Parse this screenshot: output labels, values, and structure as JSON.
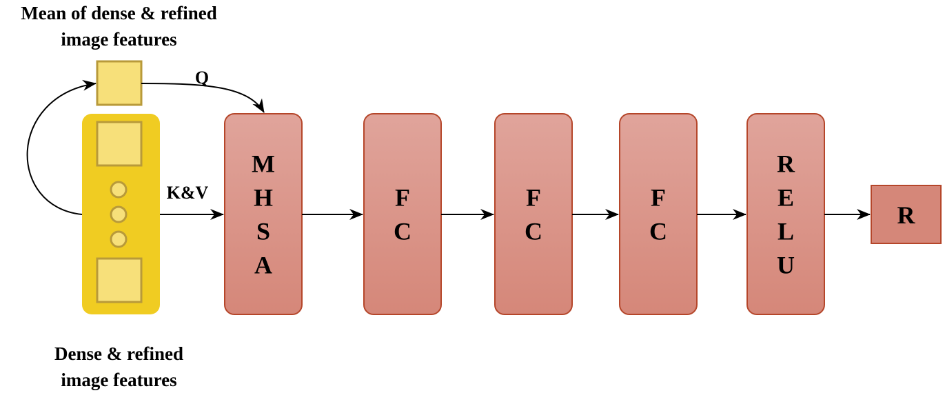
{
  "captions": {
    "mean_features": [
      "Mean of dense & refined",
      "image features"
    ],
    "dense_features": [
      "Dense & refined",
      "image features"
    ]
  },
  "edge_labels": {
    "query": "Q",
    "key_value": "K&V"
  },
  "blocks": [
    {
      "id": "mhsa",
      "letters": [
        "M",
        "H",
        "S",
        "A"
      ]
    },
    {
      "id": "fc1",
      "letters": [
        "F",
        "C"
      ]
    },
    {
      "id": "fc2",
      "letters": [
        "F",
        "C"
      ]
    },
    {
      "id": "fc3",
      "letters": [
        "F",
        "C"
      ]
    },
    {
      "id": "relu",
      "letters": [
        "R",
        "E",
        "L",
        "U"
      ]
    }
  ],
  "output": {
    "label": "R"
  },
  "colors": {
    "feature_container": "#f0cc22",
    "feature_cell": "#f7e07a",
    "feature_border": "#b89a3a",
    "block_top": "#e0a49b",
    "block_bottom": "#d58779",
    "block_border": "#b5462a",
    "arrow": "#000000"
  }
}
